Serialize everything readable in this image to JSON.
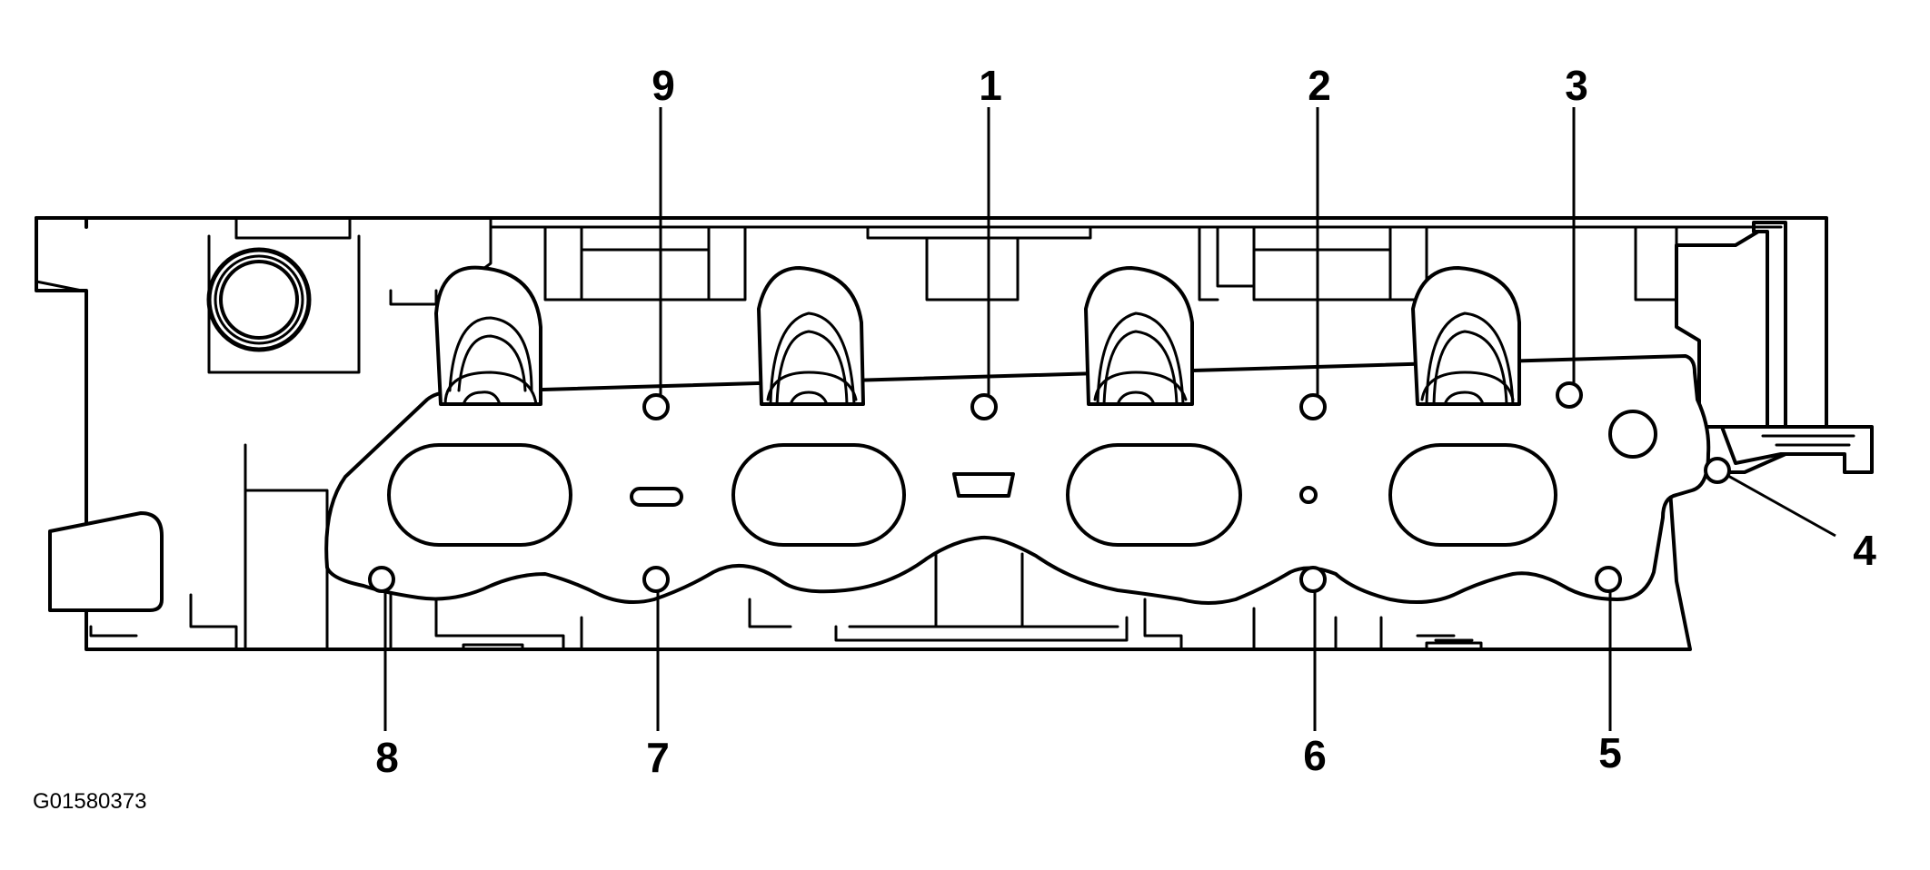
{
  "figure_id": "G01580373",
  "callouts": [
    {
      "label": "9"
    },
    {
      "label": "1"
    },
    {
      "label": "2"
    },
    {
      "label": "3"
    },
    {
      "label": "4"
    },
    {
      "label": "8"
    },
    {
      "label": "7"
    },
    {
      "label": "6"
    },
    {
      "label": "5"
    }
  ],
  "colors": {
    "line": "#000000",
    "background": "#ffffff"
  }
}
